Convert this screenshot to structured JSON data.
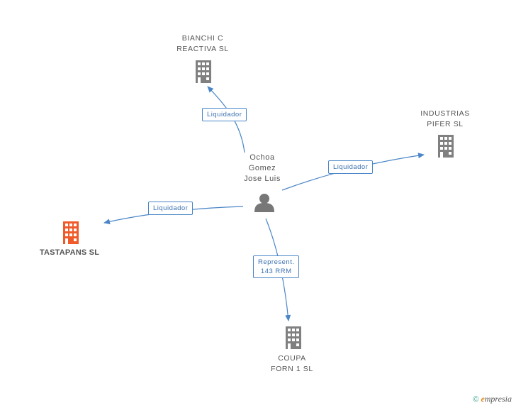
{
  "colors": {
    "edge": "#4a86c7",
    "company": "#808080",
    "company_main": "#f05a2a",
    "person": "#777777"
  },
  "person": {
    "line1": "Ochoa",
    "line2": "Gomez",
    "line3": "Jose Luis"
  },
  "companies": {
    "bianchic": {
      "line1": "BIANCHI C",
      "line2": "REACTIVA SL"
    },
    "industrias": {
      "line1": "INDUSTRIAS",
      "line2": "PIFER SL"
    },
    "tastapans": {
      "line1": "TASTAPANS SL"
    },
    "coupa": {
      "line1": "COUPA",
      "line2": "FORN 1 SL"
    }
  },
  "edges": {
    "bianchic": {
      "label": "Liquidador"
    },
    "industrias": {
      "label": "Liquidador"
    },
    "tastapans": {
      "label": "Liquidador"
    },
    "coupa": {
      "line1": "Represent.",
      "line2": "143 RRM"
    }
  },
  "footer": {
    "copyright": "©",
    "brand_initial": "e",
    "brand_rest": "mpresia"
  }
}
